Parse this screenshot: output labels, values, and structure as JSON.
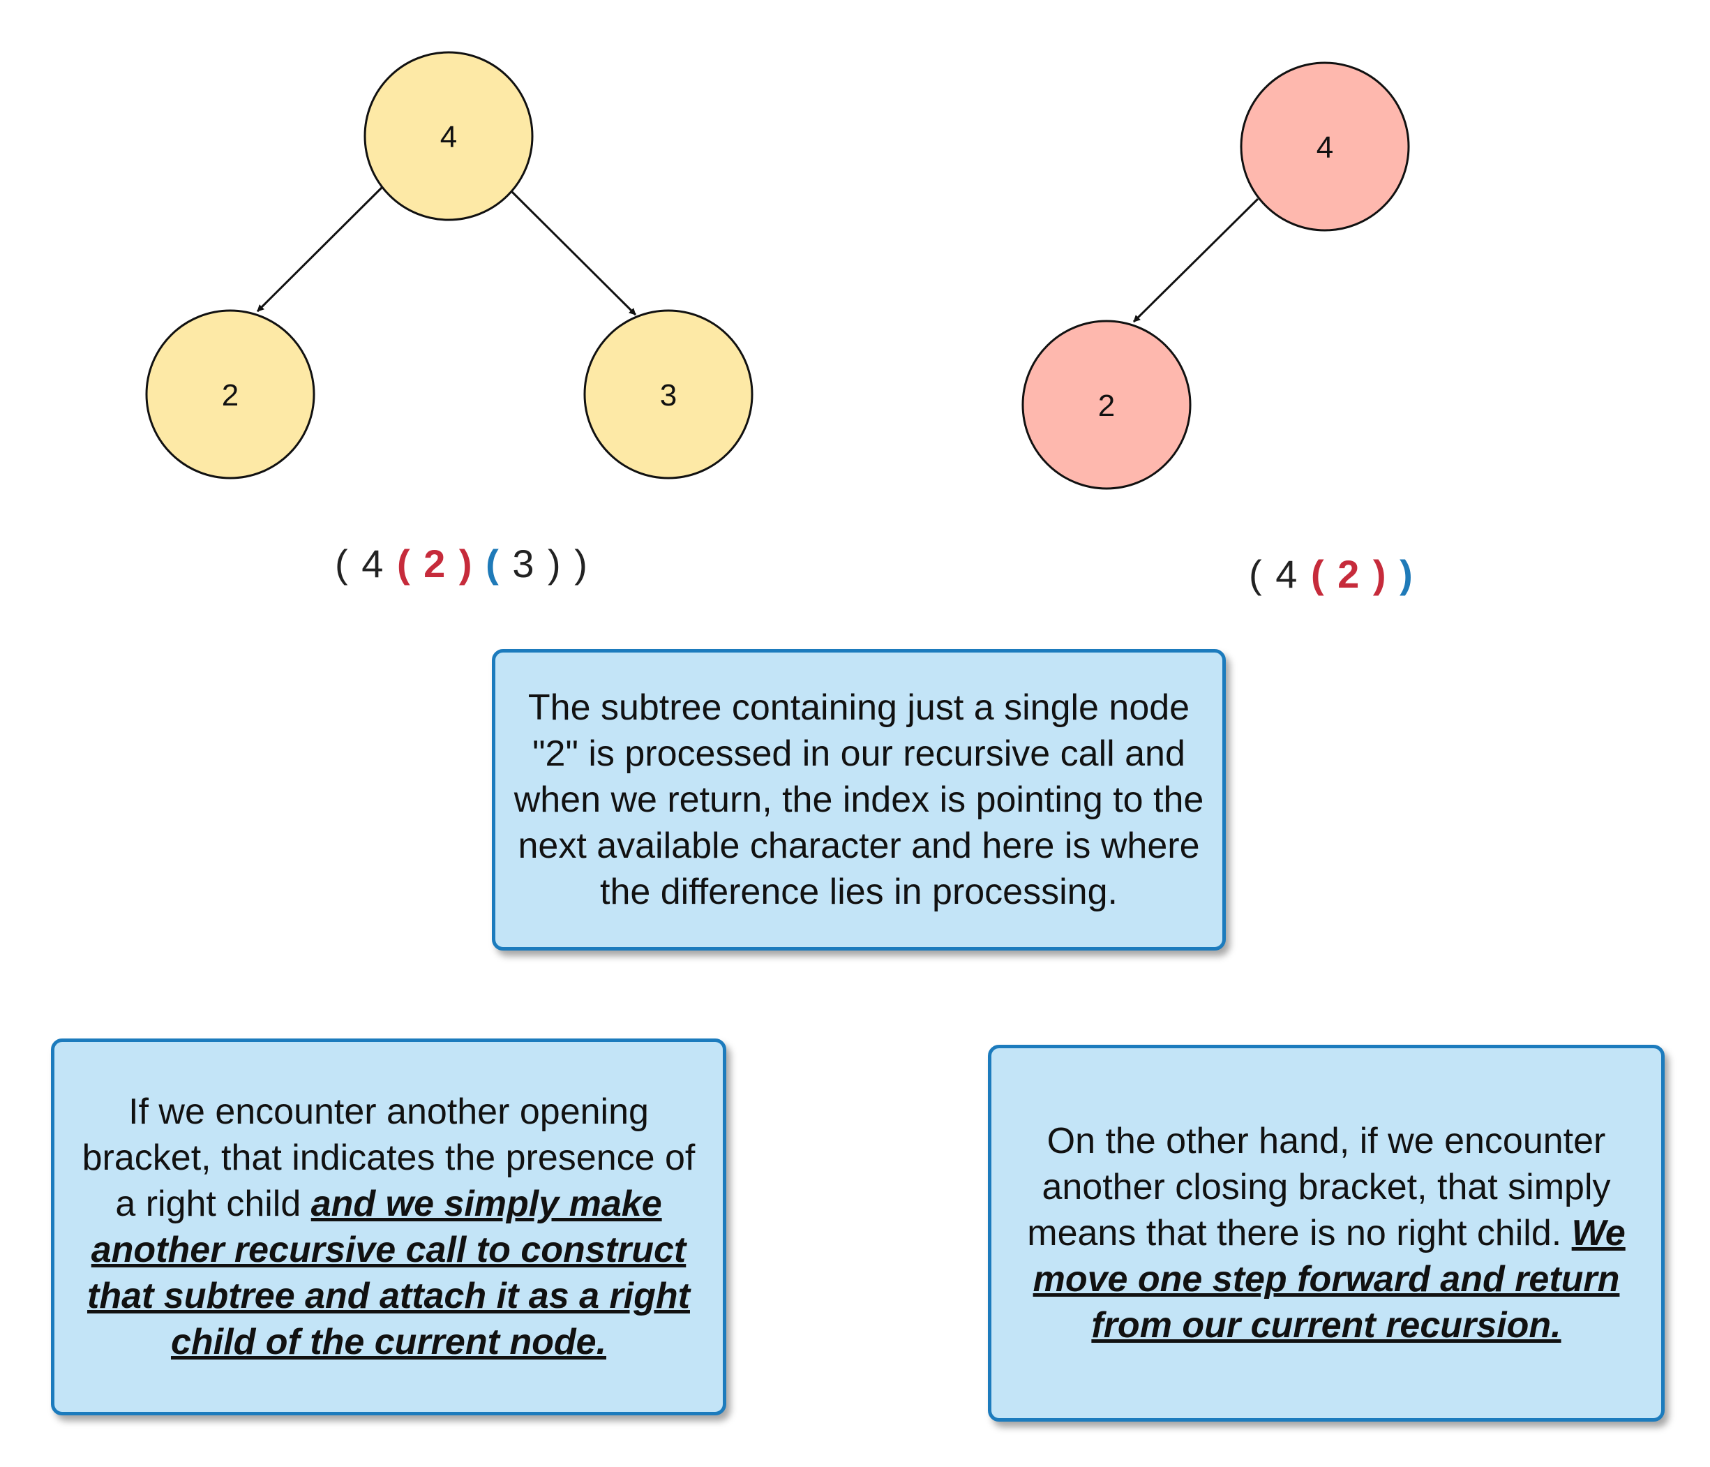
{
  "left_tree": {
    "fill": "#fde9a6",
    "nodes": {
      "root": "4",
      "left": "2",
      "right": "3"
    },
    "expression": {
      "open1": "(",
      "v4": "4",
      "open2": "(",
      "v2": "2",
      "close2": ")",
      "open3": "(",
      "v3": "3",
      "close3": ")",
      "close1": ")"
    }
  },
  "right_tree": {
    "fill": "#feb8ae",
    "nodes": {
      "root": "4",
      "left": "2"
    },
    "expression": {
      "open1": "(",
      "v4": "4",
      "open2": "(",
      "v2": "2",
      "close2": ")",
      "close1": ")"
    }
  },
  "notes": {
    "center": {
      "text": "The subtree containing just a single node \"2\" is processed in our recursive call and when we return, the index is pointing to the next available character and here is where the difference lies in processing."
    },
    "left": {
      "plain": "If we encounter another opening bracket, that indicates the presence of a right child ",
      "emphasis": "and we simply make another recursive call to construct that subtree and attach it as a right child of the current node."
    },
    "right": {
      "plain": "On the other hand, if we encounter another closing bracket, that simply means that there is no right child. ",
      "emphasis": "We move one step forward and return from our current recursion."
    }
  },
  "colors": {
    "red_bracket": "#c62b3b",
    "blue_bracket": "#1f7ab8",
    "note_fill": "#c3e4f7",
    "note_border": "#1c7bbd"
  }
}
